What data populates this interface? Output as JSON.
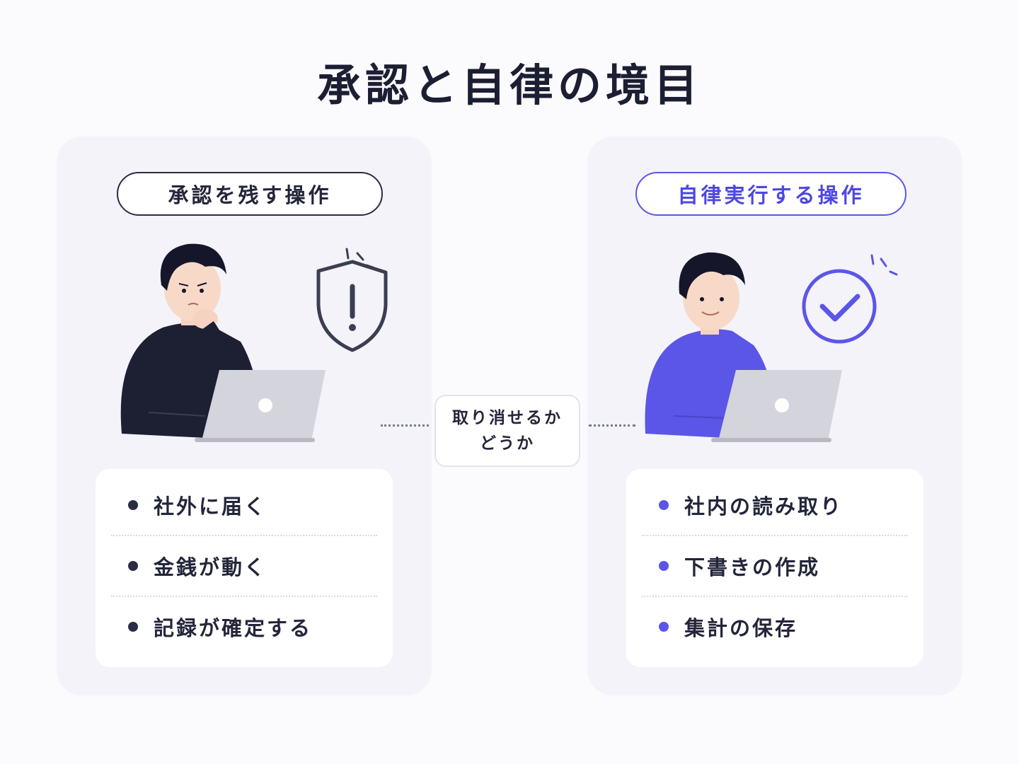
{
  "title": "承認と自律の境目",
  "left_panel": {
    "heading": "承認を残す操作",
    "icon": "shield-warning-icon",
    "items": [
      "社外に届く",
      "金銭が動く",
      "記録が確定する"
    ],
    "accent": "#2a2d44"
  },
  "right_panel": {
    "heading": "自律実行する操作",
    "icon": "check-circle-icon",
    "items": [
      "社内の読み取り",
      "下書きの作成",
      "集計の保存"
    ],
    "accent": "#5b55e8"
  },
  "center": {
    "line1": "取り消せるか",
    "line2": "どうか"
  }
}
